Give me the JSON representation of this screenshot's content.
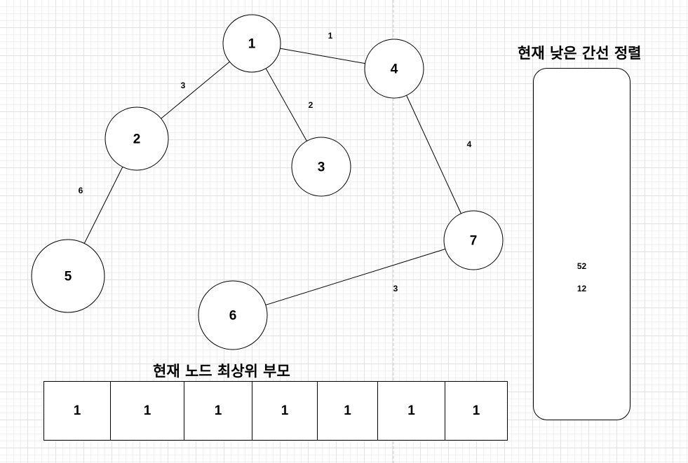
{
  "graph": {
    "nodes": [
      {
        "id": "1",
        "label": "1"
      },
      {
        "id": "2",
        "label": "2"
      },
      {
        "id": "3",
        "label": "3"
      },
      {
        "id": "4",
        "label": "4"
      },
      {
        "id": "5",
        "label": "5"
      },
      {
        "id": "6",
        "label": "6"
      },
      {
        "id": "7",
        "label": "7"
      }
    ],
    "edges": [
      {
        "from": "1",
        "to": "4",
        "weight": "1"
      },
      {
        "from": "1",
        "to": "2",
        "weight": "3"
      },
      {
        "from": "1",
        "to": "3",
        "weight": "2"
      },
      {
        "from": "4",
        "to": "7",
        "weight": "4"
      },
      {
        "from": "2",
        "to": "5",
        "weight": "6"
      },
      {
        "from": "7",
        "to": "6",
        "weight": "3"
      }
    ]
  },
  "queue_panel": {
    "title": "현재 낮은 간선 정렬",
    "items": [
      "52",
      "12"
    ]
  },
  "parent_panel": {
    "title": "현재 노드 최상위 부모",
    "values": [
      "1",
      "1",
      "1",
      "1",
      "1",
      "1",
      "1"
    ]
  }
}
